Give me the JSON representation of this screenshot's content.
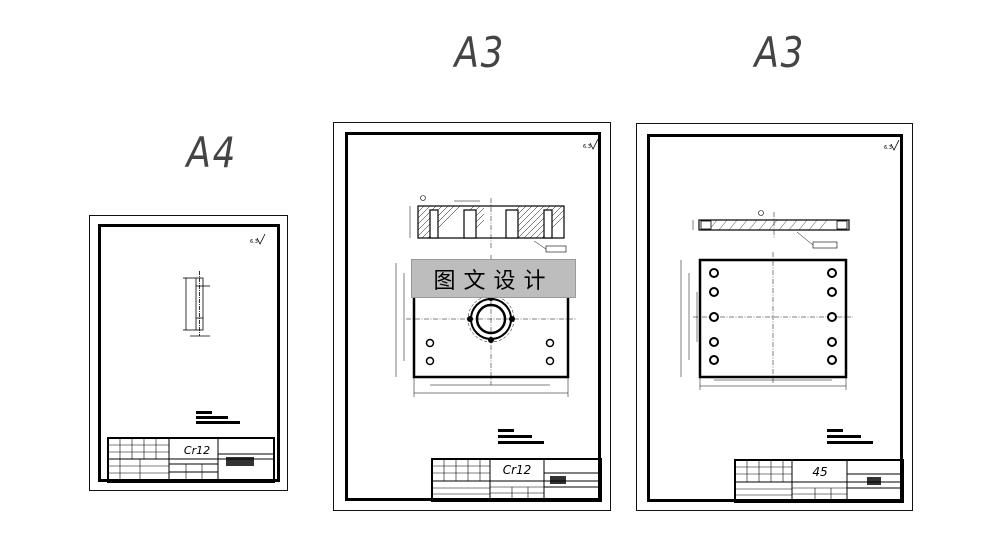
{
  "sheets": [
    {
      "size_label": "A4",
      "material": "Cr12"
    },
    {
      "size_label": "A3",
      "material": "Cr12"
    },
    {
      "size_label": "A3",
      "material": "45"
    }
  ],
  "watermark": {
    "text": "图文设计"
  },
  "colors": {
    "line": "#000000",
    "sheet": "#ffffff",
    "watermark_bg": "#bdbdbd"
  }
}
